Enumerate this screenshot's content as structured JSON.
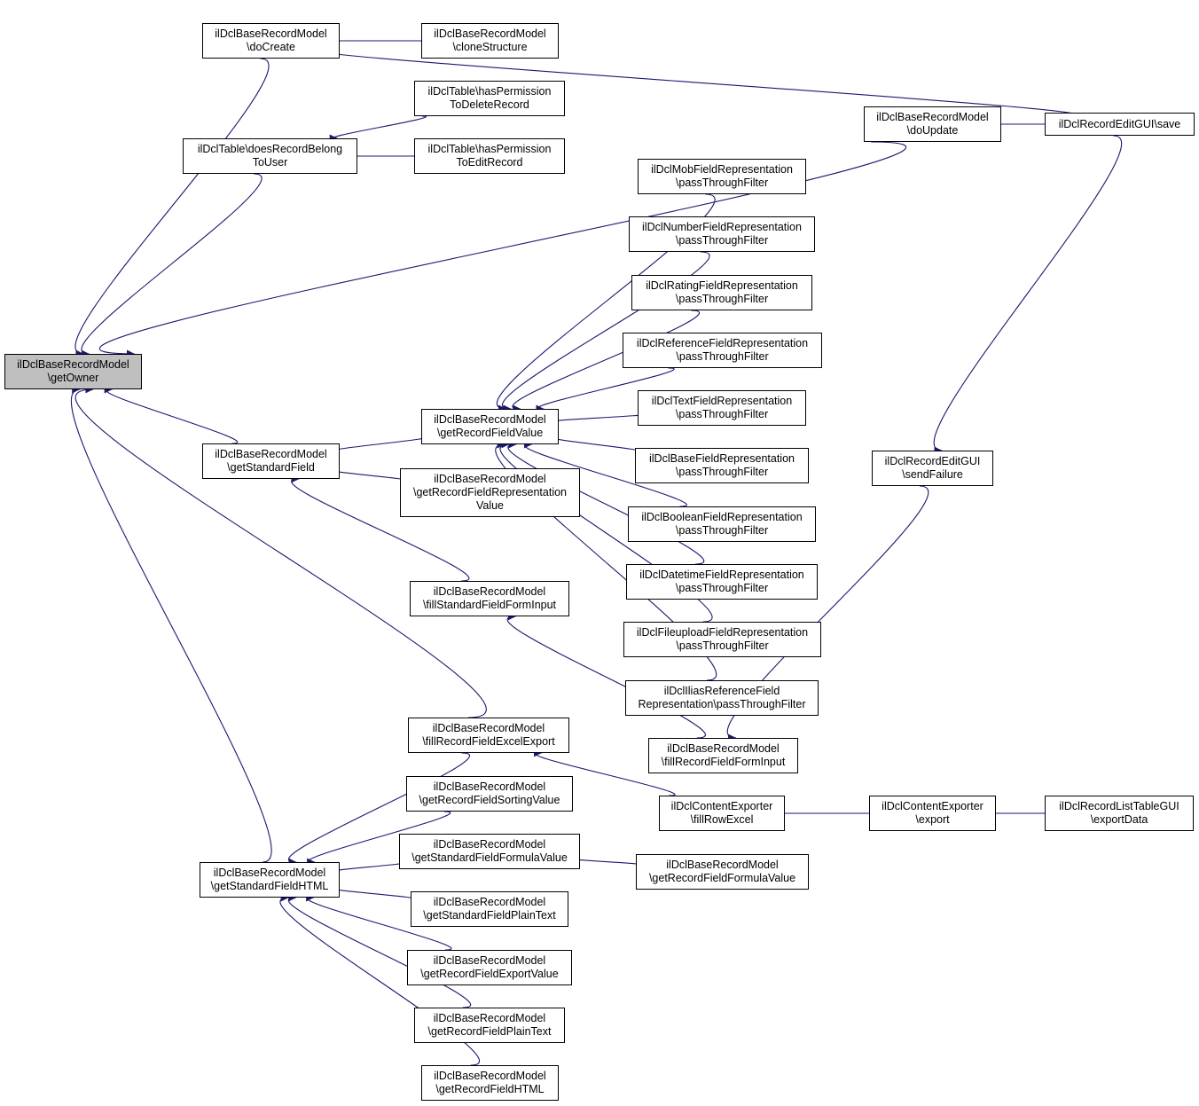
{
  "diagram": {
    "edge_color": "#191970",
    "focus_fill": "#bfbfbf",
    "nodes": {
      "getOwner": [
        "ilDclBaseRecordModel",
        "\\getOwner"
      ],
      "doCreate": [
        "ilDclBaseRecordModel",
        "\\doCreate"
      ],
      "cloneStructure": [
        "ilDclBaseRecordModel",
        "\\cloneStructure"
      ],
      "doesRecordBelongToUser": [
        "ilDclTable\\doesRecordBelong",
        "ToUser"
      ],
      "hasPermissionToDeleteRecord": [
        "ilDclTable\\hasPermission",
        "ToDeleteRecord"
      ],
      "hasPermissionToEditRecord": [
        "ilDclTable\\hasPermission",
        "ToEditRecord"
      ],
      "doUpdate": [
        "ilDclBaseRecordModel",
        "\\doUpdate"
      ],
      "recordEditSave": [
        "ilDclRecordEditGUI\\save"
      ],
      "mobFilter": [
        "ilDclMobFieldRepresentation",
        "\\passThroughFilter"
      ],
      "numberFilter": [
        "ilDclNumberFieldRepresentation",
        "\\passThroughFilter"
      ],
      "ratingFilter": [
        "ilDclRatingFieldRepresentation",
        "\\passThroughFilter"
      ],
      "referenceFilter": [
        "ilDclReferenceFieldRepresentation",
        "\\passThroughFilter"
      ],
      "textFilter": [
        "ilDclTextFieldRepresentation",
        "\\passThroughFilter"
      ],
      "baseFilter": [
        "ilDclBaseFieldRepresentation",
        "\\passThroughFilter"
      ],
      "booleanFilter": [
        "ilDclBooleanFieldRepresentation",
        "\\passThroughFilter"
      ],
      "datetimeFilter": [
        "ilDclDatetimeFieldRepresentation",
        "\\passThroughFilter"
      ],
      "fileuploadFilter": [
        "ilDclFileuploadFieldRepresentation",
        "\\passThroughFilter"
      ],
      "iliasRefFilter": [
        "ilDclIliasReferenceField",
        "Representation\\passThroughFilter"
      ],
      "getRecordFieldValue": [
        "ilDclBaseRecordModel",
        "\\getRecordFieldValue"
      ],
      "getStandardField": [
        "ilDclBaseRecordModel",
        "\\getStandardField"
      ],
      "getRecordFieldRepresentationValue": [
        "ilDclBaseRecordModel",
        "\\getRecordFieldRepresentation",
        "Value"
      ],
      "fillStandardFieldFormInput": [
        "ilDclBaseRecordModel",
        "\\fillStandardFieldFormInput"
      ],
      "sendFailure": [
        "ilDclRecordEditGUI",
        "\\sendFailure"
      ],
      "fillRecordFieldFormInput": [
        "ilDclBaseRecordModel",
        "\\fillRecordFieldFormInput"
      ],
      "fillRecordFieldExcelExport": [
        "ilDclBaseRecordModel",
        "\\fillRecordFieldExcelExport"
      ],
      "fillRowExcel": [
        "ilDclContentExporter",
        "\\fillRowExcel"
      ],
      "contentExport": [
        "ilDclContentExporter",
        "\\export"
      ],
      "exportData": [
        "ilDclRecordListTableGUI",
        "\\exportData"
      ],
      "getRecordFieldSortingValue": [
        "ilDclBaseRecordModel",
        "\\getRecordFieldSortingValue"
      ],
      "getStandardFieldHTML": [
        "ilDclBaseRecordModel",
        "\\getStandardFieldHTML"
      ],
      "getStandardFieldFormulaValue": [
        "ilDclBaseRecordModel",
        "\\getStandardFieldFormulaValue"
      ],
      "getRecordFieldFormulaValue": [
        "ilDclBaseRecordModel",
        "\\getRecordFieldFormulaValue"
      ],
      "getStandardFieldPlainText": [
        "ilDclBaseRecordModel",
        "\\getStandardFieldPlainText"
      ],
      "getRecordFieldExportValue": [
        "ilDclBaseRecordModel",
        "\\getRecordFieldExportValue"
      ],
      "getRecordFieldPlainText": [
        "ilDclBaseRecordModel",
        "\\getRecordFieldPlainText"
      ],
      "getRecordFieldHTML": [
        "ilDclBaseRecordModel",
        "\\getRecordFieldHTML"
      ]
    },
    "edges": [
      [
        "doCreate",
        "getOwner"
      ],
      [
        "doesRecordBelongToUser",
        "getOwner"
      ],
      [
        "doUpdate",
        "getOwner"
      ],
      [
        "getStandardField",
        "getOwner"
      ],
      [
        "fillRecordFieldExcelExport",
        "getOwner"
      ],
      [
        "getStandardFieldHTML",
        "getOwner"
      ],
      [
        "cloneStructure",
        "doCreate"
      ],
      [
        "recordEditSave",
        "doCreate"
      ],
      [
        "hasPermissionToDeleteRecord",
        "doesRecordBelongToUser"
      ],
      [
        "hasPermissionToEditRecord",
        "doesRecordBelongToUser"
      ],
      [
        "recordEditSave",
        "doUpdate"
      ],
      [
        "getRecordFieldValue",
        "getStandardField"
      ],
      [
        "getRecordFieldRepresentationValue",
        "getStandardField"
      ],
      [
        "fillStandardFieldFormInput",
        "getStandardField"
      ],
      [
        "mobFilter",
        "getRecordFieldValue"
      ],
      [
        "numberFilter",
        "getRecordFieldValue"
      ],
      [
        "ratingFilter",
        "getRecordFieldValue"
      ],
      [
        "referenceFilter",
        "getRecordFieldValue"
      ],
      [
        "textFilter",
        "getRecordFieldValue"
      ],
      [
        "baseFilter",
        "getRecordFieldValue"
      ],
      [
        "booleanFilter",
        "getRecordFieldValue"
      ],
      [
        "datetimeFilter",
        "getRecordFieldValue"
      ],
      [
        "fileuploadFilter",
        "getRecordFieldValue"
      ],
      [
        "iliasRefFilter",
        "getRecordFieldValue"
      ],
      [
        "fillRecordFieldFormInput",
        "fillStandardFieldFormInput"
      ],
      [
        "sendFailure",
        "fillRecordFieldFormInput"
      ],
      [
        "recordEditSave",
        "sendFailure"
      ],
      [
        "fillRowExcel",
        "fillRecordFieldExcelExport"
      ],
      [
        "contentExport",
        "fillRowExcel"
      ],
      [
        "exportData",
        "contentExport"
      ],
      [
        "fillRecordFieldExcelExport",
        "getStandardFieldHTML"
      ],
      [
        "getRecordFieldSortingValue",
        "getStandardFieldHTML"
      ],
      [
        "getStandardFieldFormulaValue",
        "getStandardFieldHTML"
      ],
      [
        "getStandardFieldPlainText",
        "getStandardFieldHTML"
      ],
      [
        "getRecordFieldExportValue",
        "getStandardFieldHTML"
      ],
      [
        "getRecordFieldPlainText",
        "getStandardFieldHTML"
      ],
      [
        "getRecordFieldHTML",
        "getStandardFieldHTML"
      ],
      [
        "getRecordFieldFormulaValue",
        "getStandardFieldFormulaValue"
      ]
    ]
  }
}
